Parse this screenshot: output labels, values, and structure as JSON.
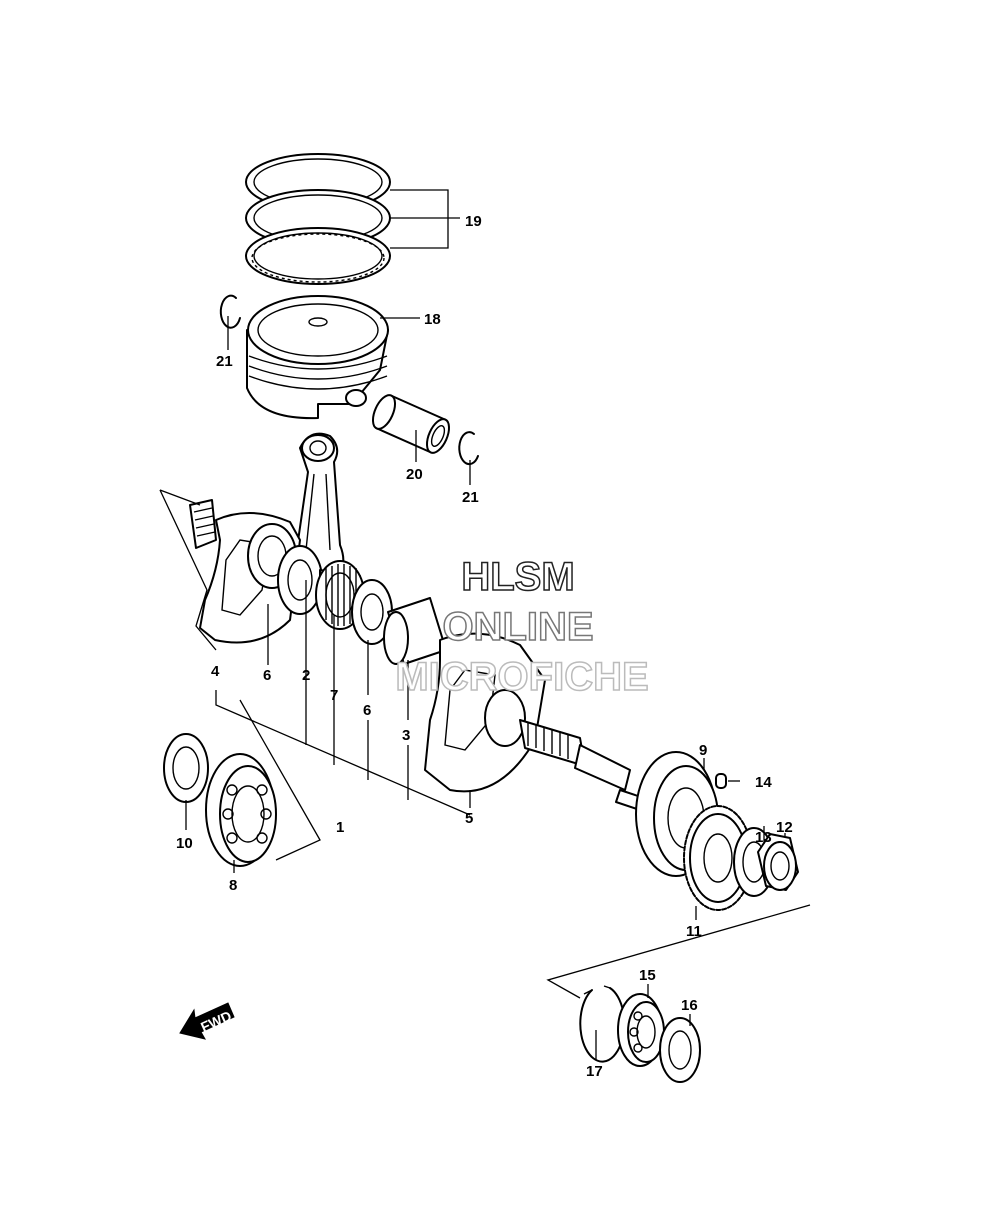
{
  "callouts": {
    "c1": "1",
    "c2": "2",
    "c3": "3",
    "c4": "4",
    "c5": "5",
    "c6a": "6",
    "c6b": "6",
    "c7": "7",
    "c8": "8",
    "c9": "9",
    "c10": "10",
    "c11": "11",
    "c12": "12",
    "c13": "13",
    "c14": "14",
    "c15": "15",
    "c16": "16",
    "c17": "17",
    "c18": "18",
    "c19": "19",
    "c20": "20",
    "c21a": "21",
    "c21b": "21"
  },
  "watermark": {
    "line1": "HLSM",
    "line2": "ONLINE",
    "line3": "MICROFICHE"
  },
  "fwd_label": "FWD"
}
